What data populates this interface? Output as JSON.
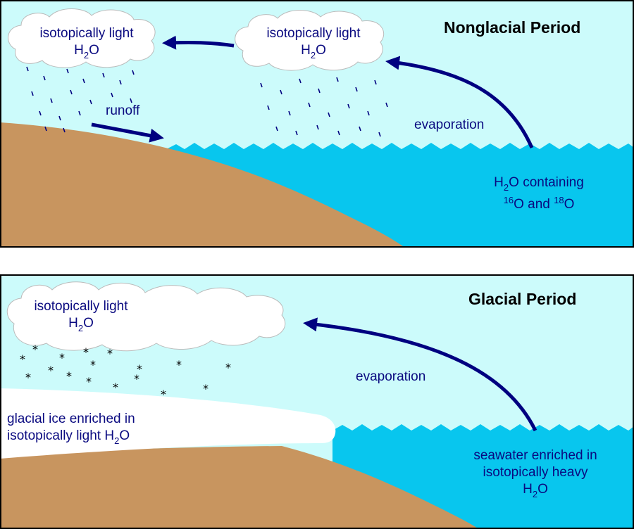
{
  "top_panel": {
    "title": "Nonglacial Period",
    "cloud_left": {
      "line1": "isotopically light",
      "line2_prefix": "H",
      "line2_sub": "2",
      "line2_suffix": "O"
    },
    "cloud_right": {
      "line1": "isotopically light",
      "line2_prefix": "H",
      "line2_sub": "2",
      "line2_suffix": "O"
    },
    "runoff_label": "runoff",
    "evaporation_label": "evaporation",
    "ocean_label": {
      "line1_prefix": "H",
      "line1_sub": "2",
      "line1_suffix": "O containing",
      "iso1_mass": "16",
      "iso1_symbol": "O",
      "and_text": " and ",
      "iso2_mass": "18",
      "iso2_symbol": "O"
    }
  },
  "bottom_panel": {
    "title": "Glacial Period",
    "cloud": {
      "line1": "isotopically light",
      "line2_prefix": "H",
      "line2_sub": "2",
      "line2_suffix": "O"
    },
    "evaporation_label": "evaporation",
    "ice_label": {
      "line1": "glacial ice enriched in",
      "line2_prefix": "isotopically light H",
      "line2_sub": "2",
      "line2_suffix": "O"
    },
    "ocean_label": {
      "line1": "seawater enriched in",
      "line2": "isotopically heavy",
      "line3_prefix": "H",
      "line3_sub": "2",
      "line3_suffix": "O"
    }
  },
  "colors": {
    "sky": "#ccfbfb",
    "ocean": "#08c6ee",
    "land": "#c8955f",
    "cloud": "#ffffff",
    "arrow": "#000080",
    "border": "#000000"
  }
}
